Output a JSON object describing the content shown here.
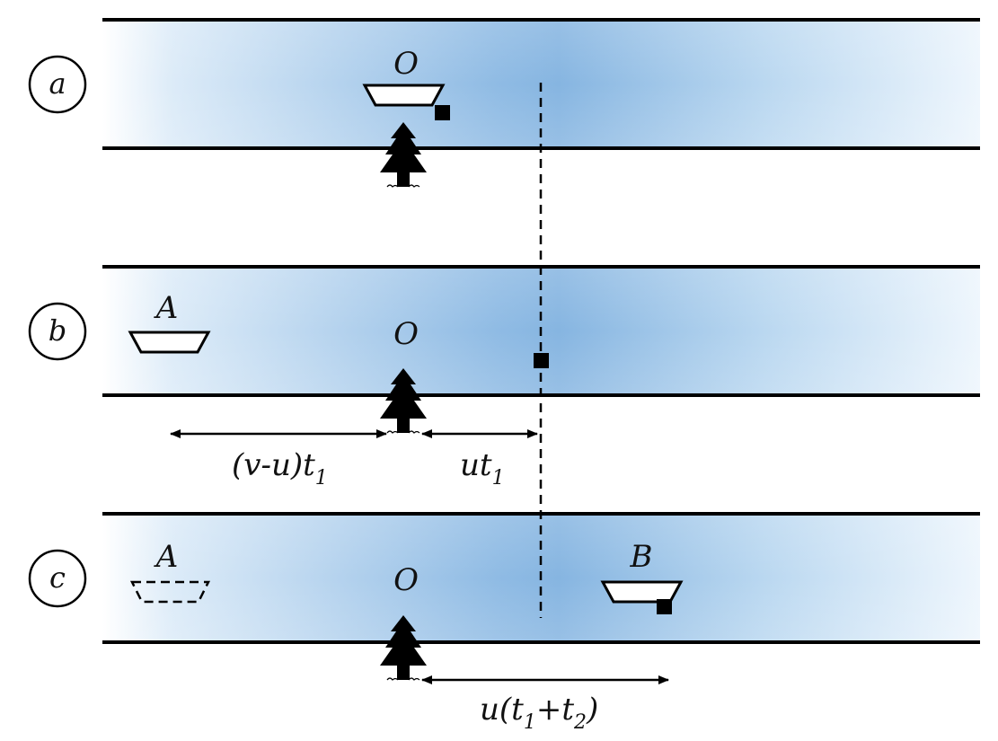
{
  "panels": [
    {
      "label": "a"
    },
    {
      "label": "b"
    },
    {
      "label": "c"
    }
  ],
  "points": {
    "origin": "O",
    "start": "A",
    "end": "B"
  },
  "measures": {
    "relative": "(v-u)t",
    "relative_sub": "1",
    "drift": "ut",
    "drift_sub": "1",
    "total_prefix": "u(t",
    "total_sub1": "1",
    "total_mid": "+t",
    "total_sub2": "2",
    "total_suffix": ")"
  },
  "colors": {
    "river_center": "#8ab8e2",
    "river_edge": "#eef6fc",
    "ink": "#000000"
  }
}
